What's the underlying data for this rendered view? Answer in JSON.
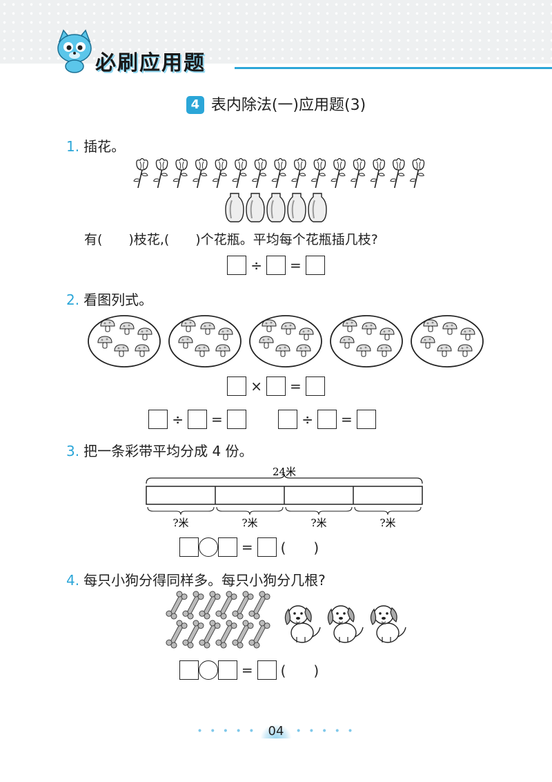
{
  "header": {
    "brand_title": "必刷应用题",
    "section_number": "4",
    "section_title": "表内除法(一)应用题(3)"
  },
  "q1": {
    "number": "1.",
    "title": "插花。",
    "fill_line": "有(　　)枝花,(　　)个花瓶。平均每个花瓶插几枝?",
    "flower_count": 15,
    "vase_count": 5,
    "divide": "÷",
    "equals": "="
  },
  "q2": {
    "number": "2.",
    "title": "看图列式。",
    "group_count": 5,
    "mushrooms_per_group": 6,
    "times": "×",
    "divide": "÷",
    "equals": "="
  },
  "q3": {
    "number": "3.",
    "title": "把一条彩带平均分成 4 份。",
    "total_label": "24米",
    "segment_label": "?米",
    "segment_count": 4,
    "equals": "=",
    "unit_paren": "(　　)"
  },
  "q4": {
    "number": "4.",
    "title": "每只小狗分得同样多。每只小狗分几根?",
    "bone_count": 12,
    "dog_count": 3,
    "equals": "=",
    "unit_paren": "(　　)"
  },
  "footer": {
    "page_number": "04",
    "dots": "• • • • •"
  },
  "colors": {
    "accent": "#2ba6d8"
  },
  "icons": [
    "mascot-icon",
    "flower-icon",
    "vase-icon",
    "mushroom-icon",
    "bone-icon",
    "dog-icon"
  ]
}
